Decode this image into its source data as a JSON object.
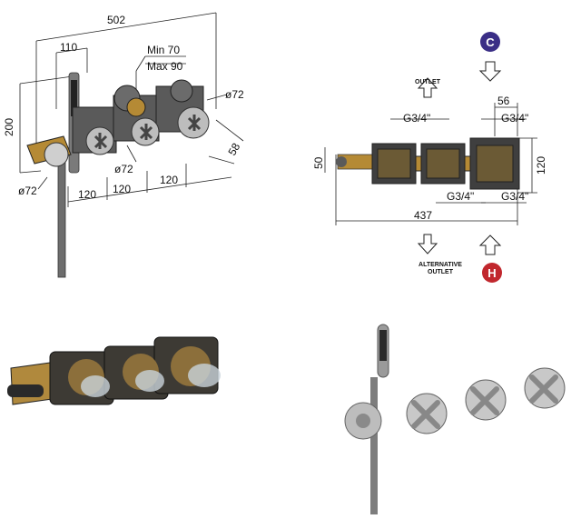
{
  "iso_view": {
    "dim_total": "502",
    "dim_handset_offset": "110",
    "dim_depth_min": "Min 70",
    "dim_depth_max": "Max 90",
    "dim_height": "200",
    "dim_rosette_top": "ø72",
    "dim_rosette_mid": "ø72",
    "dim_rosette_left": "ø72",
    "dim_rosette_depth": "58",
    "dim_spacing_1": "120",
    "dim_spacing_2": "120",
    "dim_spacing_3": "120"
  },
  "plan_view": {
    "cold_badge": "C",
    "hot_badge": "H",
    "cold_color": "#3a2e86",
    "hot_color": "#c1272d",
    "outlet_label": "OUTLET",
    "alt_outlet_line1": "ALTERNATIVE",
    "alt_outlet_line2": "OUTLET",
    "thread_top_left": "G3/4\"",
    "thread_top_right": "G3/4\"",
    "thread_bottom_mid": "G3/4\"",
    "thread_bottom_right": "G3/4\"",
    "dim_port_spacing": "56",
    "dim_body_height": "120",
    "dim_inlet_height": "50",
    "dim_total_length": "437"
  }
}
